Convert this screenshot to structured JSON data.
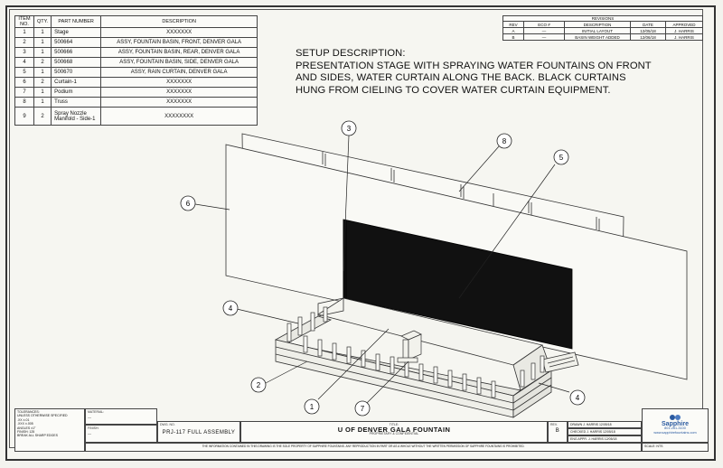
{
  "bom": {
    "headers": {
      "item": "ITEM NO.",
      "qty": "QTY.",
      "part": "PART NUMBER",
      "desc": "DESCRIPTION"
    },
    "rows": [
      {
        "item": "1",
        "qty": "1",
        "part": "Stage",
        "desc": "XXXXXXX"
      },
      {
        "item": "2",
        "qty": "1",
        "part": "500664",
        "desc": "ASSY, FOUNTAIN BASIN, FRONT, DENVER GALA"
      },
      {
        "item": "3",
        "qty": "1",
        "part": "500666",
        "desc": "ASSY, FOUNTAIN BASIN, REAR, DENVER GALA"
      },
      {
        "item": "4",
        "qty": "2",
        "part": "500668",
        "desc": "ASSY, FOUNTAIN BASIN, SIDE, DENVER GALA"
      },
      {
        "item": "5",
        "qty": "1",
        "part": "500670",
        "desc": "ASSY, RAIN CURTAIN, DENVER GALA"
      },
      {
        "item": "6",
        "qty": "2",
        "part": "Curtain-1",
        "desc": "XXXXXXX"
      },
      {
        "item": "7",
        "qty": "1",
        "part": "Podium",
        "desc": "XXXXXXX"
      },
      {
        "item": "8",
        "qty": "1",
        "part": "Truss",
        "desc": "XXXXXXX"
      },
      {
        "item": "9",
        "qty": "2",
        "part": "Spray Nozzle Manifold - Side-1",
        "desc": "XXXXXXXX"
      }
    ]
  },
  "revisions": {
    "title": "REVISIONS",
    "headers": [
      "REV",
      "ECO #",
      "DESCRIPTION",
      "DATE",
      "APPROVED"
    ],
    "rows": [
      [
        "A",
        "—",
        "INITIAL LAYOUT",
        "12/05/18",
        "J. HARRIS"
      ],
      [
        "B",
        "—",
        "BASIN WEIGHT ADDED",
        "12/06/18",
        "J. HARRIS"
      ]
    ]
  },
  "setup": {
    "heading": "SETUP DESCRIPTION:",
    "lines": [
      "PRESENTATION STAGE WITH SPRAYING WATER FOUNTAINS ON FRONT",
      "AND SIDES, WATER CURTAIN ALONG THE BACK.  BLACK CURTAINS",
      "HUNG FROM CIELING TO COVER WATER CURTAIN EQUIPMENT."
    ]
  },
  "balloons": [
    "1",
    "2",
    "3",
    "4",
    "4",
    "5",
    "6",
    "7",
    "8"
  ],
  "title_block": {
    "tolerances": {
      "label": "TOLERANCES:",
      "lines": [
        "UNLESS OTHERWISE SPECIFIED",
        ".XX  ±.01",
        ".XXX ±.005",
        "ANGLES ±1°",
        "FINISH: 125",
        "BREAK ALL SHARP EDGES"
      ]
    },
    "material": {
      "label": "MATERIAL:",
      "value": "—"
    },
    "finish": {
      "label": "FINISH:",
      "value": "—"
    },
    "dwg_no": {
      "label": "DWG. NO.",
      "value": "PRJ-117 FULL ASSEMBLY"
    },
    "title": {
      "label": "TITLE:",
      "value": "U OF DENVER GALA FOUNTAIN"
    },
    "confidential": "PROPRIETARY & CONFIDENTIAL",
    "rev": {
      "label": "REV.",
      "value": "B"
    },
    "drawn": {
      "label": "DRAWN",
      "name": "J. HARRIS",
      "date": "12/05/18"
    },
    "checked": {
      "label": "CHECKED",
      "name": "J. HARRIS",
      "date": "12/05/18"
    },
    "eng": {
      "label": "ENG APPR.",
      "name": "J. HARRIS",
      "date": "12/05/18"
    },
    "company": {
      "name": "Sapphire",
      "phone": "801-261-3100",
      "web": "www.sapphirefountains.com"
    },
    "scale": {
      "label": "SCALE: NTS"
    },
    "disclaimer": "THE INFORMATION CONTAINED IN THIS DRAWING IS THE SOLE PROPERTY OF SAPPHIRE FOUNTAINS. ANY REPRODUCTION IN PART OR AS A WHOLE WITHOUT THE WRITTEN PERMISSION OF SAPPHIRE FOUNTAINS IS PROHIBITED."
  }
}
